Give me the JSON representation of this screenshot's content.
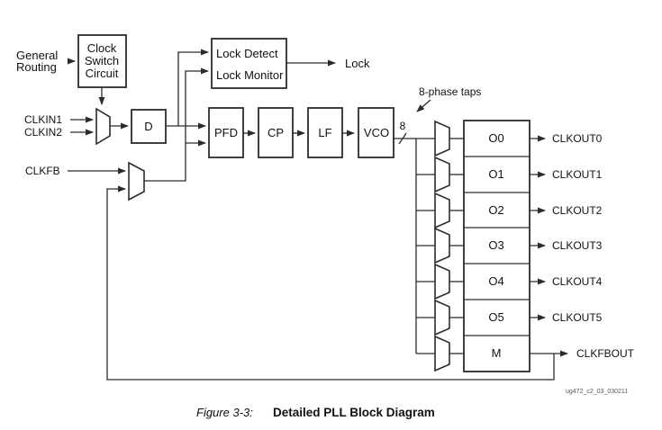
{
  "signals": {
    "general_routing": [
      "General",
      "Routing"
    ],
    "clkin1": "CLKIN1",
    "clkin2": "CLKIN2",
    "clkfb": "CLKFB",
    "lock": "Lock",
    "bus_width": "8",
    "phase_taps": "8-phase taps",
    "clkfbout": "CLKFBOUT"
  },
  "blocks": {
    "clock_switch": [
      "Clock",
      "Switch",
      "Circuit"
    ],
    "d": "D",
    "lock_detect": "Lock Detect",
    "lock_monitor": "Lock Monitor",
    "pfd": "PFD",
    "cp": "CP",
    "lf": "LF",
    "vco": "VCO"
  },
  "counters": [
    "O0",
    "O1",
    "O2",
    "O3",
    "O4",
    "O5",
    "M"
  ],
  "outputs": [
    "CLKOUT0",
    "CLKOUT1",
    "CLKOUT2",
    "CLKOUT3",
    "CLKOUT4",
    "CLKOUT5"
  ],
  "footer": {
    "watermark": "ug472_c2_03_030211",
    "figure_label": "Figure 3-3:",
    "figure_title": "Detailed PLL Block Diagram"
  },
  "colors": {
    "line": "#2b2b2b",
    "text": "#111111",
    "watermark": "#555555",
    "background": "#ffffff"
  }
}
